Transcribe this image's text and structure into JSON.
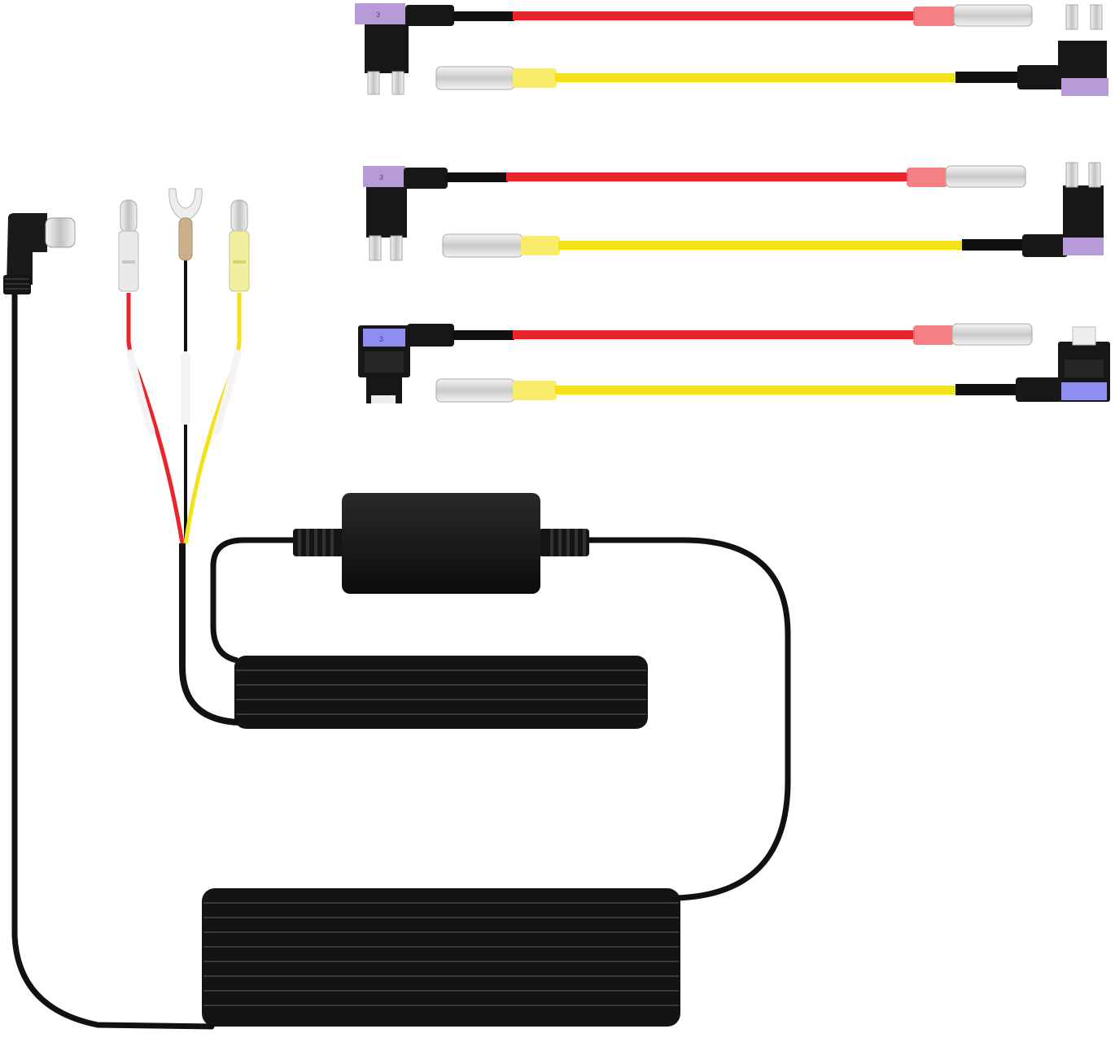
{
  "image": {
    "subject": "hardwire-kit-with-fuse-taps",
    "background": "#ffffff"
  },
  "colors": {
    "cable_black": "#111111",
    "wire_red": "#e8242c",
    "wire_yellow": "#f3e21a",
    "fuse_purple": "#b79ad8",
    "fuse_blue": "#8e8ef0",
    "fuse_body": "#171717",
    "terminal_silver": "#e3e3e3"
  },
  "fuse_taps": [
    {
      "kind": "mini",
      "fuse_color": "#b79ad8",
      "marking": "3"
    },
    {
      "kind": "low-profile",
      "fuse_color": "#b79ad8",
      "marking": "3"
    },
    {
      "kind": "micro",
      "fuse_color": "#8e8ef0",
      "marking": "3"
    }
  ],
  "icons": [
    "usb-c-plug-icon",
    "bullet-connector-icon",
    "spade-terminal-icon",
    "fuse-holder-icon",
    "converter-box-icon"
  ]
}
